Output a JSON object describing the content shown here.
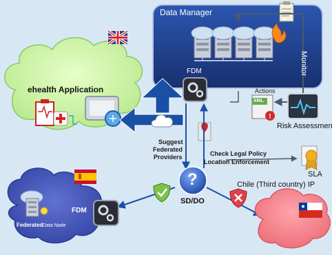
{
  "data_manager": {
    "title": "Data Manager",
    "fdm_label": "FDM",
    "monitor_label": "Monitor",
    "actions_label": "Actions"
  },
  "ehealth": {
    "label": "ehealth  Application",
    "flag": "uk-flag-icon"
  },
  "risk": {
    "label": "Risk Assessment",
    "xml_tag": "XML"
  },
  "suggest": {
    "line1": "Suggest",
    "line2": "Federated",
    "line3": "Providers"
  },
  "legal": {
    "line1": "Check Legal Policy",
    "line2": "Location Enforcement"
  },
  "sla": {
    "label": "SLA"
  },
  "chile": {
    "label": "Chile (Third country) IP",
    "flag": "chile-flag-icon"
  },
  "sddo": {
    "label": "SD/DO",
    "symbol": "?"
  },
  "spain": {
    "fdm_label": "FDM",
    "node_label_a": "Federated",
    "node_label_b": "Data Node",
    "flag": "spain-flag-icon"
  },
  "colors": {
    "manager": "#1f3f8f",
    "cloud_green": "#c9f0a0",
    "cloud_blue": "#3c4fb5",
    "cloud_pink": "#f5808a",
    "arrow": "#1a4fa6",
    "background": "#d8e7f4"
  }
}
